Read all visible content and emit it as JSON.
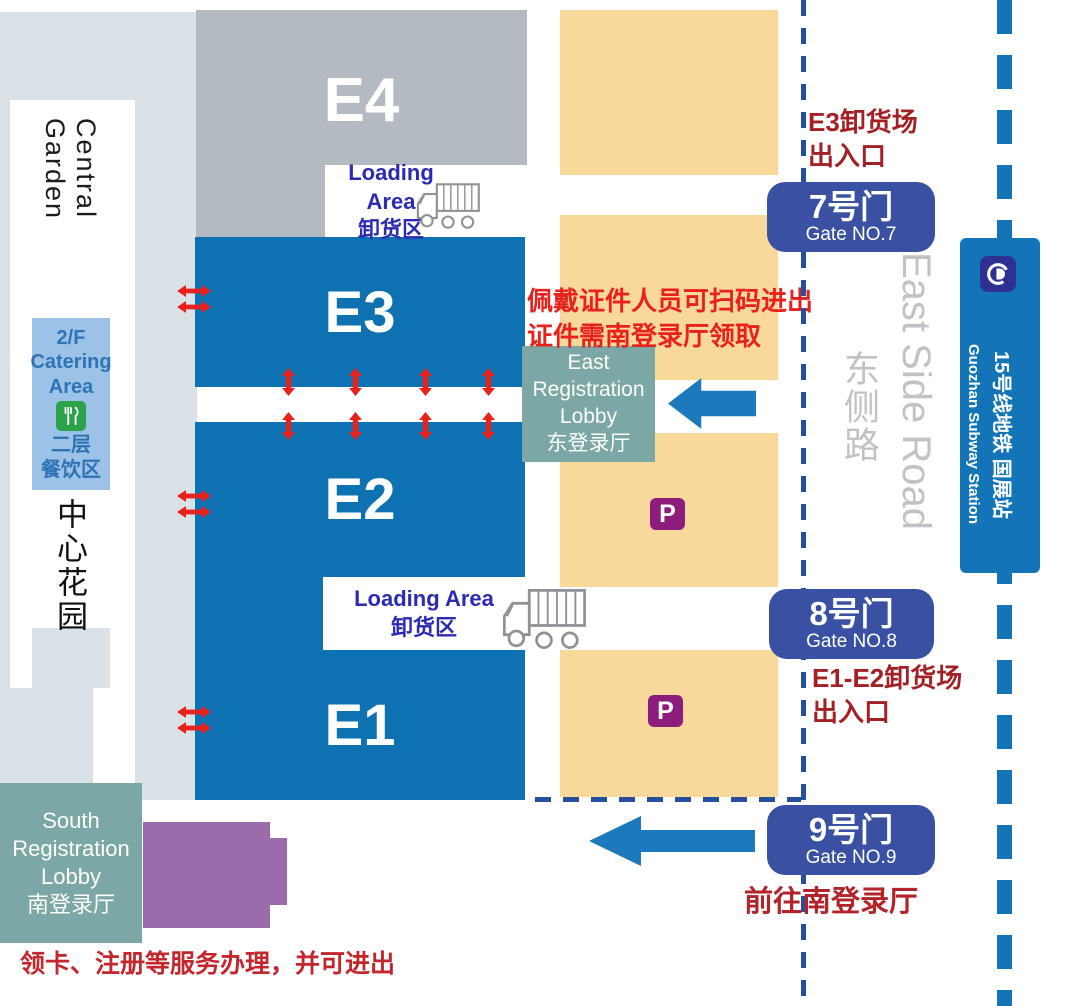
{
  "halls": {
    "e4": "E4",
    "e3": "E3",
    "e2": "E2",
    "e1": "E1"
  },
  "left": {
    "central_garden_en": "Central Garden",
    "central_garden_cn": "中心花园",
    "catering": {
      "l1": "2/F",
      "l2": "Catering",
      "l3": "Area",
      "cn1": "二层",
      "cn2": "餐饮区"
    },
    "south_lobby": {
      "l1": "South",
      "l2": "Registration",
      "l3": "Lobby",
      "cn": "南登录厅"
    }
  },
  "center": {
    "loading": {
      "en": "Loading Area",
      "cn": "卸货区"
    },
    "east_lobby": {
      "l1": "East",
      "l2": "Registration",
      "l3": "Lobby",
      "cn": "东登录厅"
    },
    "parking_label": "P",
    "scan_note_1": "佩戴证件人员可扫码进出",
    "scan_note_2": "证件需南登录厅领取"
  },
  "gates": [
    {
      "cn": "7号门",
      "en": "Gate NO.7"
    },
    {
      "cn": "8号门",
      "en": "Gate NO.8"
    },
    {
      "cn": "9号门",
      "en": "Gate NO.9"
    }
  ],
  "right": {
    "e3_dock_1": "E3卸货场",
    "e3_dock_2": "出入口",
    "e12_dock_1": "E1-E2卸货场",
    "e12_dock_2": "出入口",
    "to_south_lobby": "前往南登录厅",
    "road_en": "East Side Road",
    "road_cn": "东侧路",
    "subway_en": "Guozhan Subway Station",
    "subway_cn": "15号线地铁 国展站"
  },
  "bottom_note": "领卡、注册等服务办理，并可进出",
  "colors": {
    "hall_blue": "#0e71b2",
    "hall_gray": "#b3bac2",
    "campus_gray": "#dbe2e7",
    "parking_orange": "#f8d89b",
    "lobby_teal": "#7ba7a4",
    "building_purple": "#9b6cac",
    "gate_badge_blue": "#3a51a3",
    "subway_blue": "#1474b8",
    "subway_logo_navy": "#2e3192",
    "boundary_dash_navy": "#26509e",
    "arrow_blue": "#1b79bc",
    "parking_p_purple": "#8e1c7c",
    "alert_red": "#e9211c",
    "dock_dark_red": "#a32125",
    "bottom_red": "#c3262c",
    "catering_bg": "#9cc2e8",
    "catering_text": "#2e74b5",
    "loading_text_blue": "#2d2ab2",
    "road_text_gray": "#bfc2c6"
  }
}
